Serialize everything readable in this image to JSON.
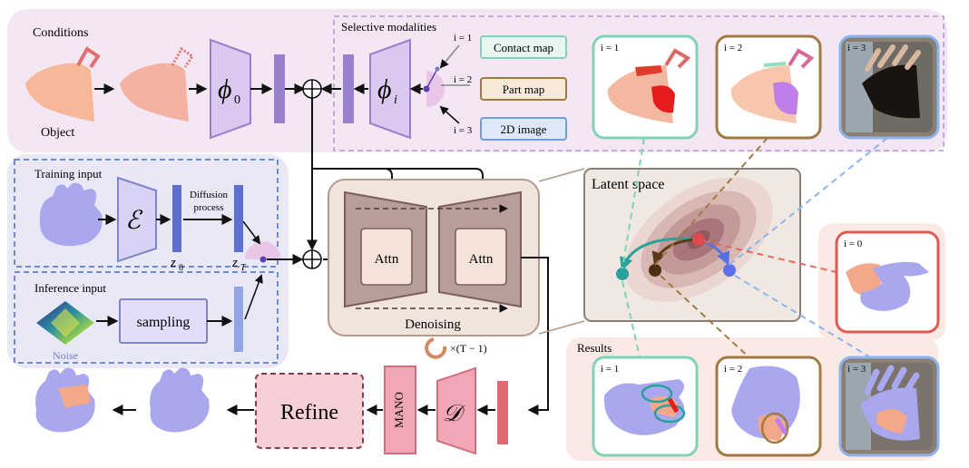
{
  "conditions": {
    "title": "Conditions",
    "object_label": "Object",
    "phi0": "ϕ",
    "phi0_sub": "0",
    "phii": "ϕ",
    "phii_sub": "i"
  },
  "selective": {
    "title": "Selective modalities",
    "items": [
      {
        "index": "i = 1",
        "label": "Contact map",
        "color": "#7fd3b6",
        "fill": "#e7f6ef"
      },
      {
        "index": "i = 2",
        "label": "Part map",
        "color": "#a07a40",
        "fill": "#f7ead8"
      },
      {
        "index": "i = 3",
        "label": "2D image",
        "color": "#6aa0e0",
        "fill": "#dde9fb"
      }
    ],
    "thumbs": [
      {
        "index": "i = 1",
        "color": "#7fd3b6"
      },
      {
        "index": "i = 2",
        "color": "#a07a40"
      },
      {
        "index": "i = 3",
        "color": "#8db4ec"
      }
    ]
  },
  "training": {
    "title": "Training input",
    "encoder": "ℰ",
    "diffusion_line1": "Diffusion",
    "diffusion_line2": "process",
    "z0": "z",
    "z0_sub": "0",
    "zT": "z",
    "zT_sub": "T"
  },
  "inference": {
    "title": "Inference input",
    "sampling": "sampling",
    "noise": "Noise"
  },
  "denoising": {
    "attn1": "Attn",
    "attn2": "Attn",
    "label": "Denoising",
    "repeat": "×(T − 1)"
  },
  "latent": {
    "title": "Latent space",
    "i0_label": "i = 0",
    "i0_color": "#e05a55"
  },
  "results": {
    "title": "Results",
    "items": [
      {
        "index": "i = 1",
        "color": "#7fd3b6"
      },
      {
        "index": "i = 2",
        "color": "#a07a40"
      },
      {
        "index": "i = 3",
        "color": "#8db4ec"
      }
    ]
  },
  "decoder": {
    "refine": "Refine",
    "mano": "MANO",
    "dec": "𝒟"
  },
  "colors": {
    "purple_block": "#9b7fcf",
    "purple_light": "#dcc7ee",
    "conditions_bg": "#f4e7f3",
    "training_bg": "#e9e8f7",
    "latent_bg": "#f0e9e3",
    "results_bg": "#fbe9e6",
    "decoder_pink": "#f1a7b5"
  }
}
